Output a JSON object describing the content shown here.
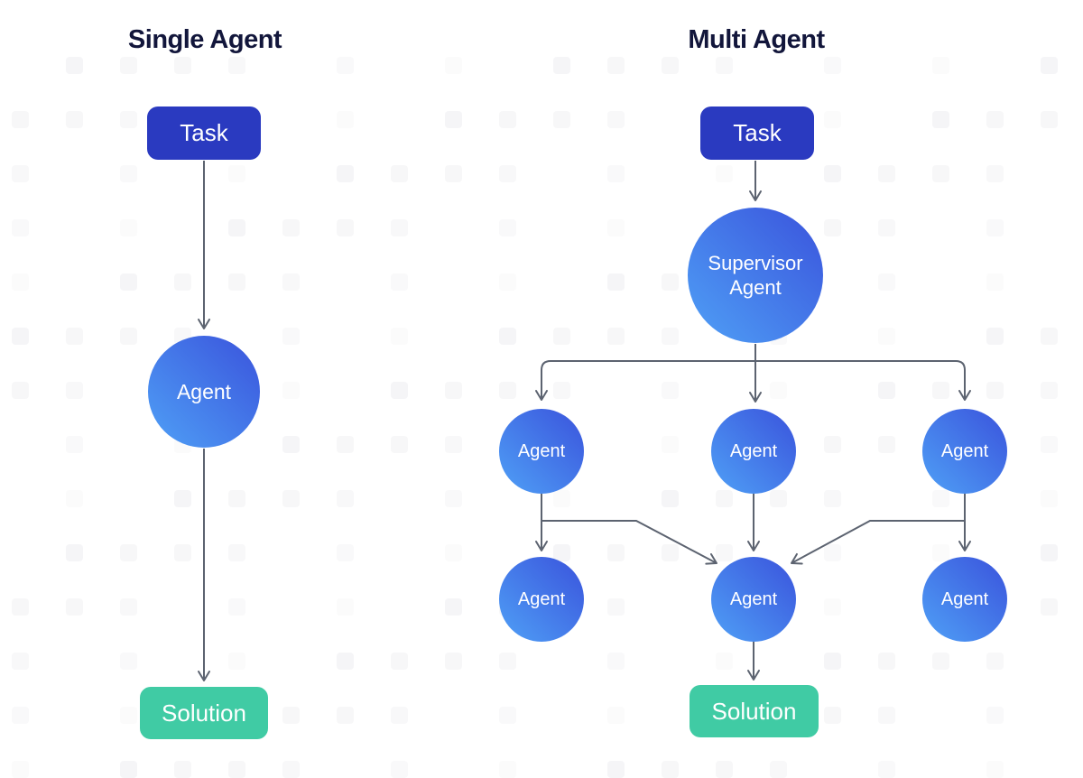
{
  "diagram": {
    "left_panel": {
      "title": "Single Agent",
      "task_label": "Task",
      "agent_label": "Agent",
      "solution_label": "Solution"
    },
    "right_panel": {
      "title": "Multi Agent",
      "task_label": "Task",
      "supervisor_label": "Supervisor Agent",
      "row1_agents": [
        "Agent",
        "Agent",
        "Agent"
      ],
      "row2_agents": [
        "Agent",
        "Agent",
        "Agent"
      ],
      "solution_label": "Solution"
    },
    "colors": {
      "task_fill": "#2A3AC0",
      "solution_fill": "#40CBA4",
      "agent_gradient_start": "#4FA0F6",
      "agent_gradient_end": "#3A53DC",
      "connector_stroke": "#5C6370",
      "title_text": "#12163B",
      "node_text": "#FFFFFF",
      "pattern_square": "#F4F4F6"
    }
  }
}
